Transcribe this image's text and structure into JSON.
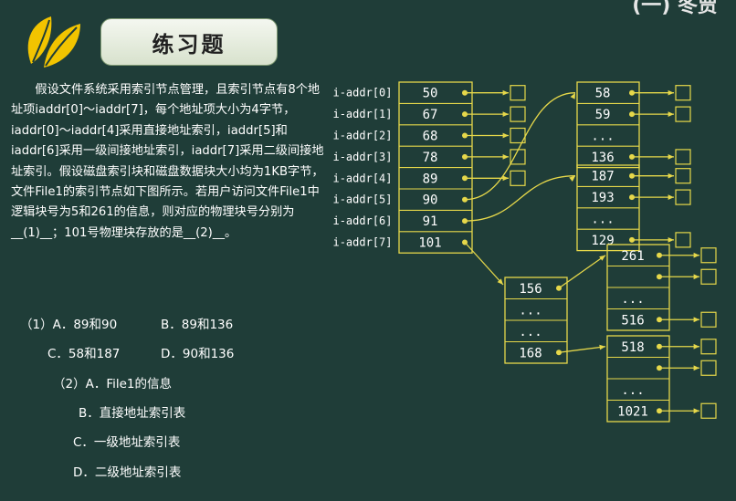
{
  "header": {
    "title": "练习题",
    "corner_text": "(一) 冬贾"
  },
  "question": {
    "text": "假设文件系统采用索引节点管理，且索引节点有8个地址项iaddr[0]～iaddr[7]，每个地址项大小为4字节，iaddr[0]～iaddr[4]采用直接地址索引，iaddr[5]和iaddr[6]采用一级间接地址索引，iaddr[7]采用二级间接地址索引。假设磁盘索引块和磁盘数据块大小均为1KB字节，文件File1的索引节点如下图所示。若用户访问文件File1中逻辑块号为5和261的信息，则对应的物理块号分别为__(1)__；101号物理块存放的是__(2)__。"
  },
  "options": {
    "q1": {
      "label": "（1）",
      "A": "A．89和90",
      "B": "B．89和136",
      "C": "C．58和187",
      "D": "D．90和136"
    },
    "q2": {
      "label": "（2）",
      "A": "A．File1的信息",
      "B": "B．直接地址索引表",
      "C": "C．一级地址索引表",
      "D": "D．二级地址索引表"
    }
  },
  "diagram": {
    "inode_labels": [
      "i-addr[0]",
      "i-addr[1]",
      "i-addr[2]",
      "i-addr[3]",
      "i-addr[4]",
      "i-addr[5]",
      "i-addr[6]",
      "i-addr[7]"
    ],
    "inode_values": [
      "50",
      "67",
      "68",
      "78",
      "89",
      "90",
      "91",
      "101"
    ],
    "block_90": [
      "58",
      "59",
      "...",
      "136"
    ],
    "block_91": [
      "187",
      "193",
      "...",
      "129"
    ],
    "block_101": [
      "156",
      "...",
      "...",
      "168"
    ],
    "block_156": [
      "261",
      "",
      "...",
      "516"
    ],
    "block_168": [
      "518",
      "",
      "...",
      "1021"
    ]
  },
  "colors": {
    "background": "#1f3d38",
    "line": "#e6d84a",
    "leaf": "#7cc043"
  }
}
